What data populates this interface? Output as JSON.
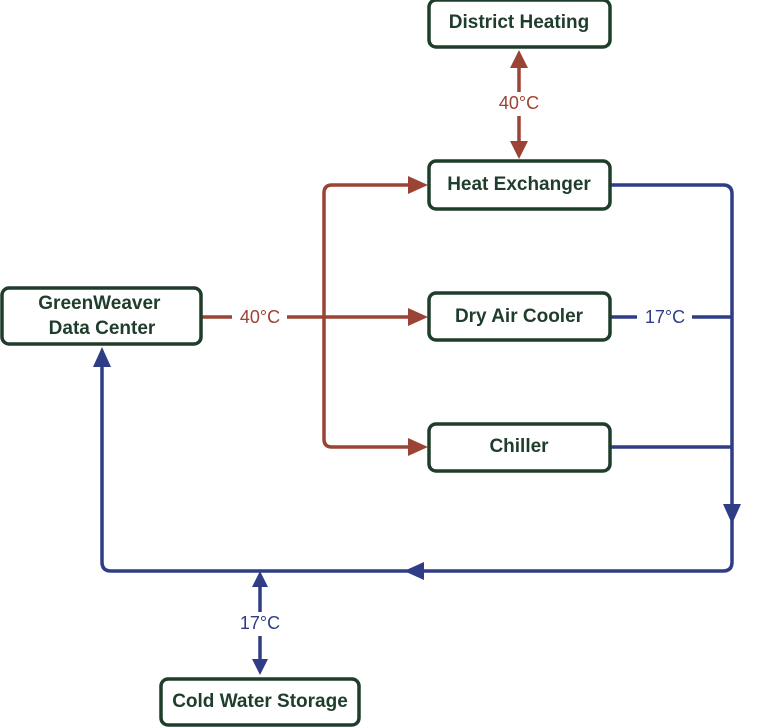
{
  "diagram": {
    "nodes": {
      "district_heating": "District Heating",
      "heat_exchanger": "Heat Exchanger",
      "data_center_line1": "GreenWeaver",
      "data_center_line2": "Data Center",
      "dry_air_cooler": "Dry Air Cooler",
      "chiller": "Chiller",
      "cold_water_storage": "Cold Water Storage"
    },
    "temperatures": {
      "district_heating_link": "40°C",
      "data_center_supply": "40°C",
      "dry_air_cooler_return": "17°C",
      "cold_storage_link": "17°C"
    },
    "colors": {
      "node_border": "#1f3d2b",
      "hot_flow": "#9b4335",
      "cold_flow": "#2e3d86"
    }
  }
}
